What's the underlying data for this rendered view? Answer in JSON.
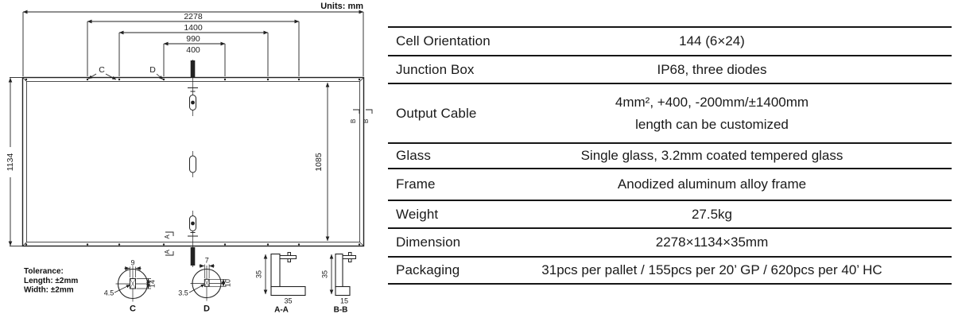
{
  "diagram": {
    "units_label": "Units: mm",
    "d2278": "2278",
    "d1400": "1400",
    "d990": "990",
    "d400": "400",
    "d1134": "1134",
    "d1085": "1085",
    "label_c": "C",
    "label_d": "D",
    "marker_a": "A",
    "marker_b": "B",
    "tolerance": {
      "title": "Tolerance:",
      "length": "Length: ±2mm",
      "width": "Width: ±2mm"
    },
    "detail_c": {
      "label": "C",
      "slot_width": "9",
      "slot_height": "14",
      "radius": "4.5"
    },
    "detail_d": {
      "label": "D",
      "slot_width": "7",
      "slot_height": "10",
      "radius": "3.5"
    },
    "section_aa": {
      "label": "A-A",
      "height": "35",
      "width": "35"
    },
    "section_bb": {
      "label": "B-B",
      "height": "35",
      "width": "15"
    }
  },
  "spec_table": {
    "rows": [
      {
        "label": "Cell Orientation",
        "value": "144 (6×24)"
      },
      {
        "label": "Junction Box",
        "value": "IP68, three diodes"
      },
      {
        "label": "Output Cable",
        "value": "4mm², +400, -200mm/±1400mm",
        "value2": "length can be customized"
      },
      {
        "label": "Glass",
        "value": "Single glass, 3.2mm coated tempered glass"
      },
      {
        "label": "Frame",
        "value": "Anodized aluminum alloy frame"
      },
      {
        "label": "Weight",
        "value": "27.5kg"
      },
      {
        "label": "Dimension",
        "value": "2278×1134×35mm"
      },
      {
        "label": "Packaging",
        "value": "31pcs per pallet / 155pcs per 20’ GP / 620pcs per 40’ HC"
      }
    ]
  }
}
